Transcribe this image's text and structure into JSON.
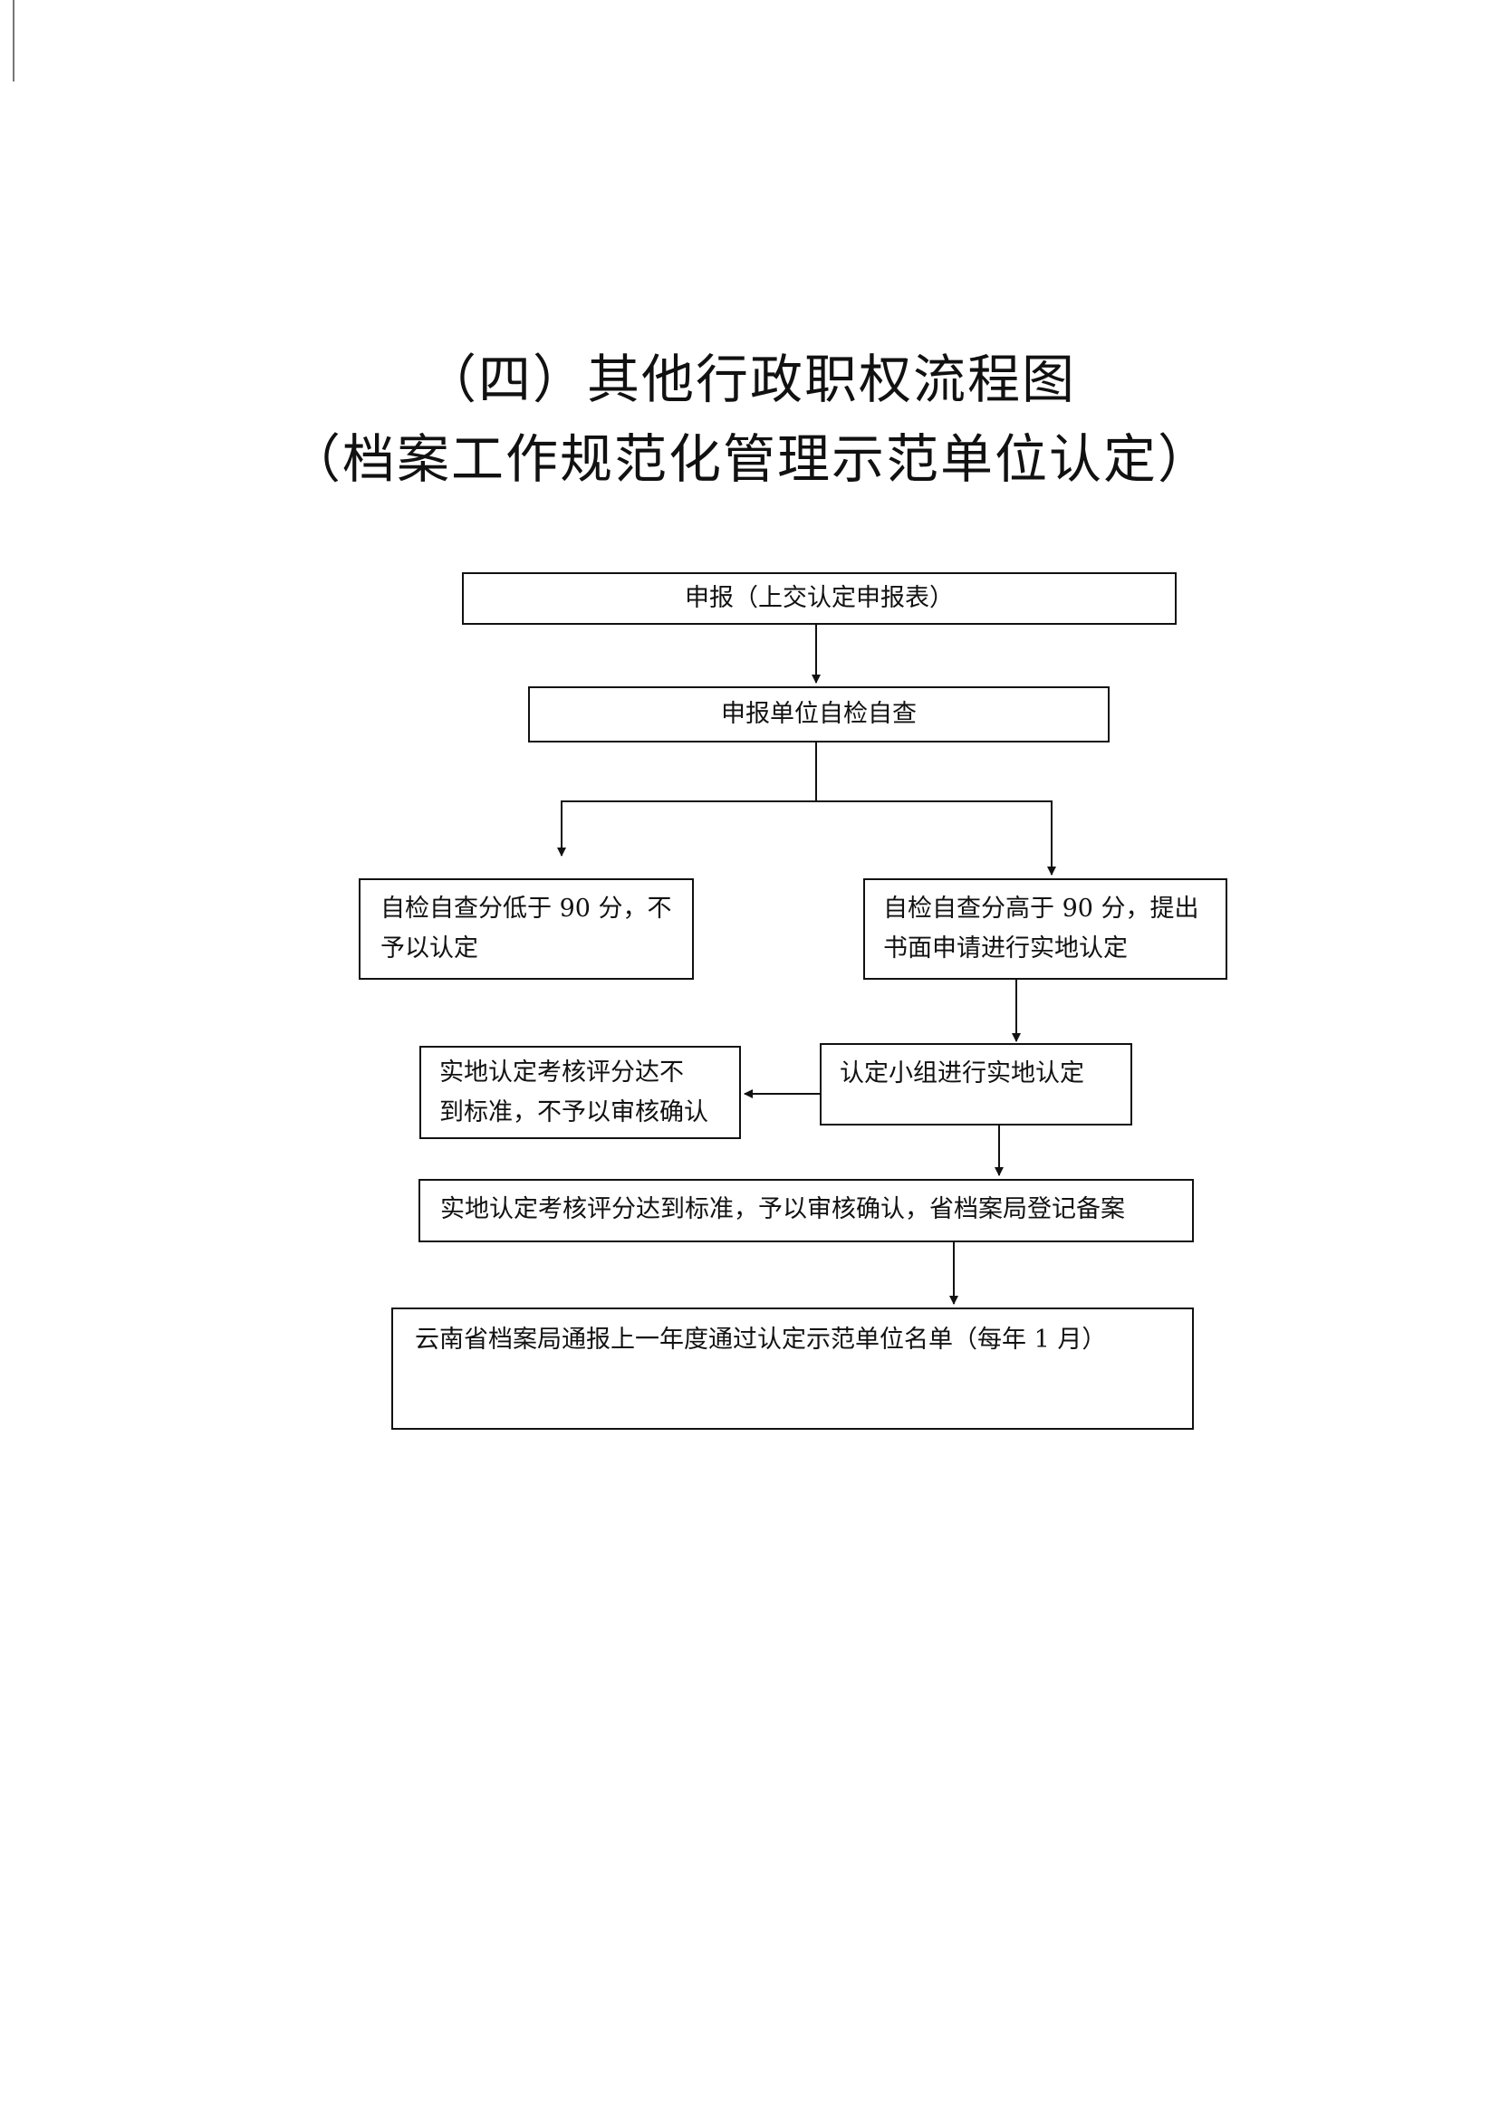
{
  "title": {
    "line1": "（四）其他行政职权流程图",
    "line2": "（档案工作规范化管理示范单位认定）"
  },
  "flow": {
    "step_declare": "申报（上交认定申报表）",
    "step_self_check": "申报单位自检自查",
    "branch_low_line1": "自检自查分低于 90 分，不",
    "branch_low_line2": "予以认定",
    "branch_high_line1": "自检自查分高于 90 分，提出",
    "branch_high_line2": "书面申请进行实地认定",
    "step_onsite": "认定小组进行实地认定",
    "onsite_fail_line1": "实地认定考核评分达不",
    "onsite_fail_line2": "到标准，不予以审核确认",
    "onsite_pass": "实地认定考核评分达到标准，予以审核确认，省档案局登记备案",
    "step_publish": "云南省档案局通报上一年度通过认定示范单位名单（每年 1 月）"
  }
}
